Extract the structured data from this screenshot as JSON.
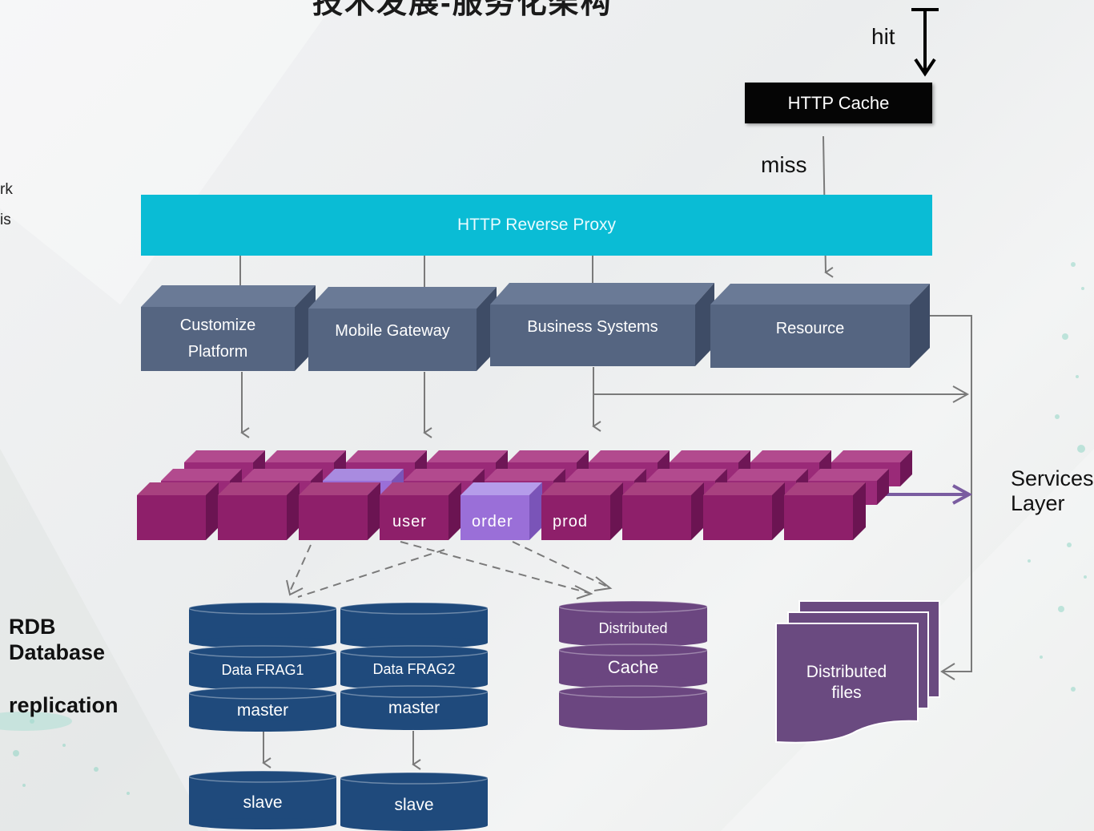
{
  "title": "技术发展-服务化架构",
  "left_fragments": [
    "rk",
    "is"
  ],
  "labels": {
    "hit": "hit",
    "miss": "miss"
  },
  "http_cache": "HTTP Cache",
  "reverse_proxy": "HTTP Reverse Proxy",
  "services": {
    "customize_line1": "Customize",
    "customize_line2": "Platform",
    "mobile_gateway": "Mobile Gateway",
    "business_systems": "Business Systems",
    "resource": "Resource"
  },
  "service_cubes": {
    "user": "user",
    "order": "order",
    "prod": "prod"
  },
  "services_layer": {
    "line1": "Services",
    "line2": "Layer"
  },
  "rdb": {
    "line1": "RDB",
    "line2": "Database",
    "replication": "replication"
  },
  "frag1": {
    "label": "Data FRAG1",
    "master": "master",
    "slave": "slave"
  },
  "frag2": {
    "label": "Data FRAG2",
    "master": "master",
    "slave": "slave"
  },
  "distributed_cache": {
    "line1": "Distributed",
    "line2": "Cache"
  },
  "distributed_files": {
    "line1": "Distributed",
    "line2": "files"
  },
  "colors": {
    "proxy": "#0abcd5",
    "service_block": "#556581",
    "cube": "#8e1f6a",
    "order_cube": "#9a6fd8",
    "db_cylinder": "#1f4a7c",
    "cache_cylinder": "#6b4680",
    "files": "#6a4a80"
  }
}
